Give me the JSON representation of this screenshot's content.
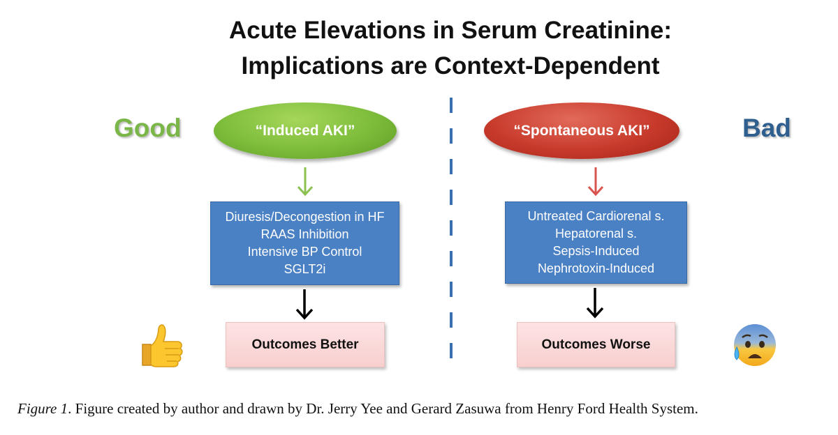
{
  "title": {
    "line1": "Acute Elevations in Serum Creatinine:",
    "line2": "Implications are Context-Dependent"
  },
  "left": {
    "side_label": "Good",
    "ellipse_text": "“Induced AKI”",
    "items": [
      "Diuresis/Decongestion in HF",
      "RAAS Inhibition",
      "Intensive BP Control",
      "SGLT2i"
    ],
    "outcome": "Outcomes Better",
    "emoji_icon": "thumbs-up-icon"
  },
  "right": {
    "side_label": "Bad",
    "ellipse_text": "“Spontaneous AKI”",
    "items": [
      "Untreated Cardiorenal s.",
      "Hepatorenal s.",
      "Sepsis-Induced",
      "Nephrotoxin-Induced"
    ],
    "outcome": "Outcomes Worse",
    "emoji_icon": "anxious-face-with-sweat-icon"
  },
  "caption": {
    "figure_label": "Figure 1",
    "text": ". Figure created by author and drawn by Dr. Jerry Yee and Gerard Zasuwa from Henry Ford Health System."
  },
  "colors": {
    "good": "#7ab648",
    "bad": "#2e5f8f",
    "green_arrow": "#8cc152",
    "red_arrow": "#d9534f",
    "box_blue": "#4a80c4",
    "divider": "#3a6fb0"
  }
}
